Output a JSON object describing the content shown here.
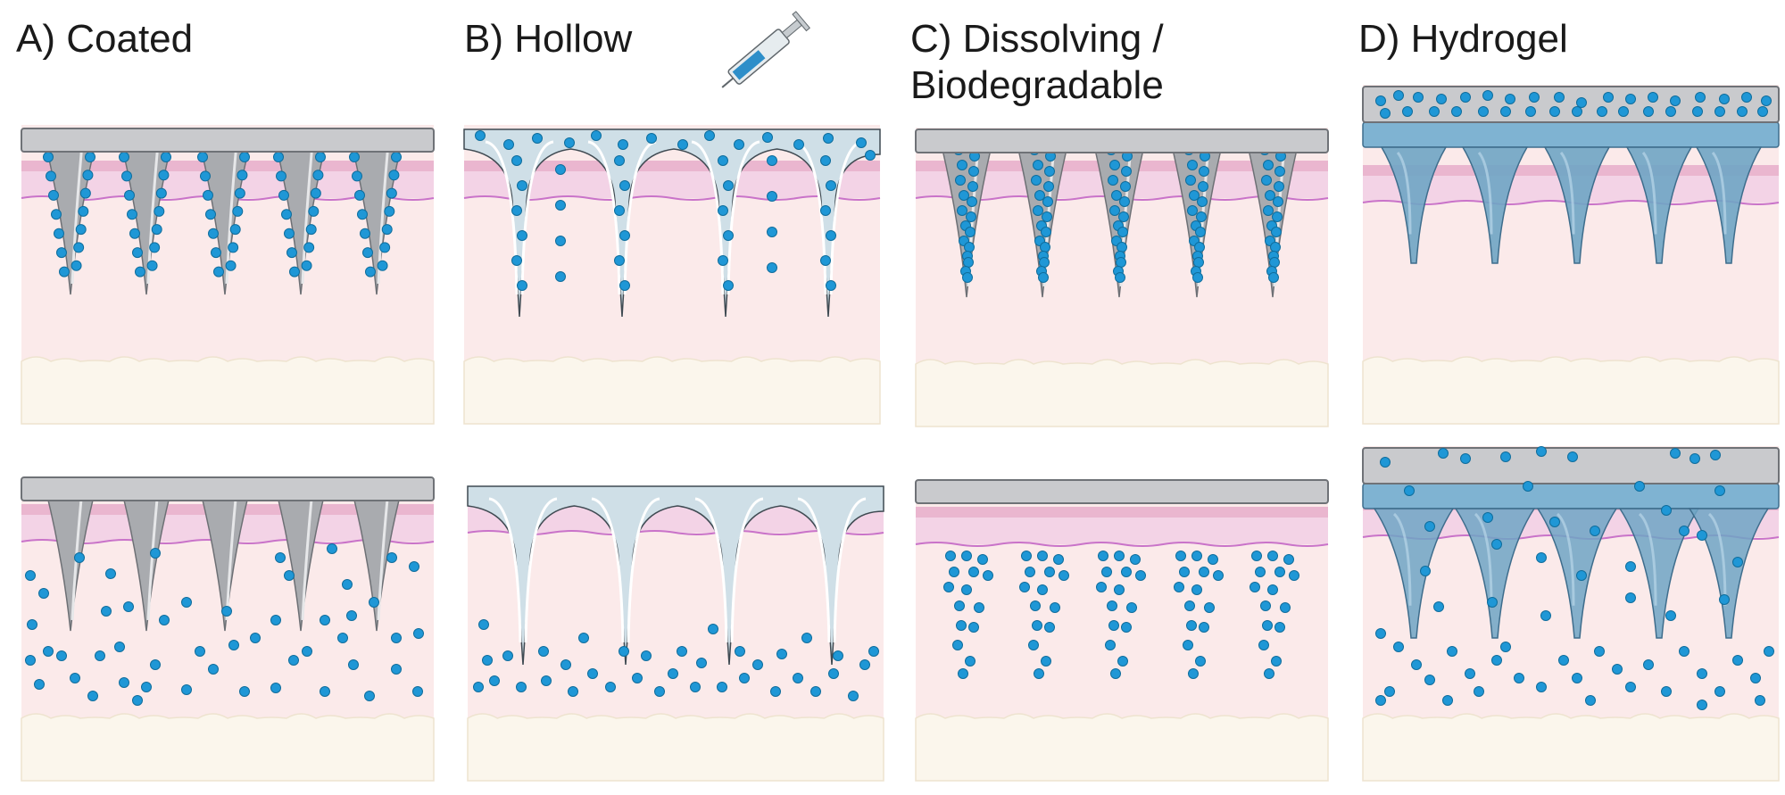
{
  "panels": [
    {
      "id": "a",
      "title": "A) Coated",
      "type": "coated"
    },
    {
      "id": "b",
      "title": "B) Hollow",
      "type": "hollow"
    },
    {
      "id": "c",
      "title": "C) Dissolving / Biodegradable",
      "title_lines": [
        "C) Dissolving /",
        "Biodegradable"
      ],
      "type": "dissolving"
    },
    {
      "id": "d",
      "title": "D) Hydrogel",
      "type": "hydrogel"
    }
  ],
  "colors": {
    "epidermis": "#f3d3e6",
    "stratum_corneum": "#eab6cf",
    "basement_line": "#c973c9",
    "dermis": "#fbeaea",
    "hypodermis": "#fbf6ec",
    "metal_needle": "#a9abaf",
    "metal_backing": "#c9cacd",
    "hollow_needle": "#cfdfe7",
    "hydrogel": "#6fa5c4",
    "drug_particle": "#1f97d6"
  }
}
